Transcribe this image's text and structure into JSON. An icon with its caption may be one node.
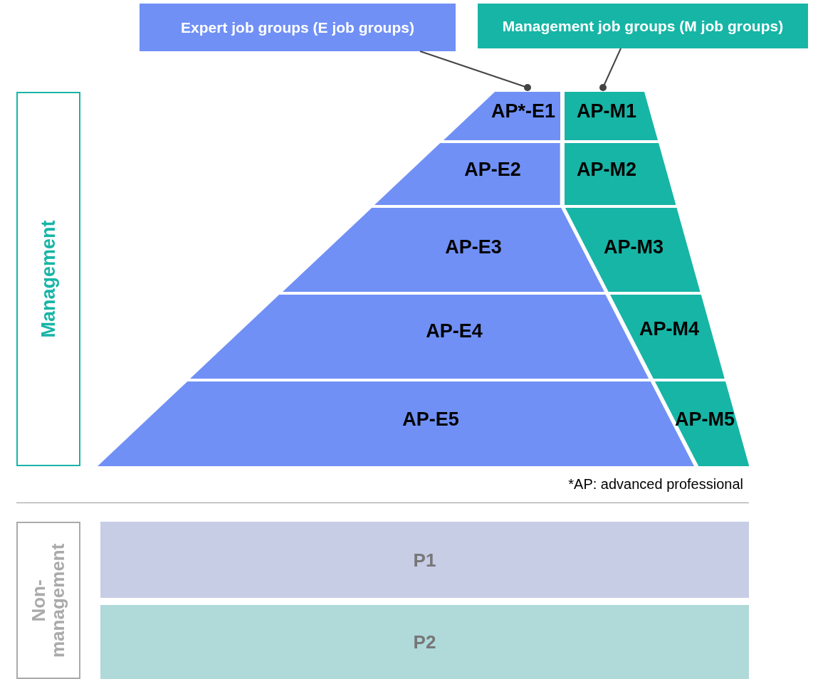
{
  "diagram": {
    "nodes": [
      {
        "text": [
          "Expert job groups (E job groups)"
        ]
      },
      {
        "text": [
          "Management job groups (M job groups)"
        ]
      },
      {
        "text": [
          "Management"
        ]
      },
      {
        "text": [
          "AP*-E1"
        ]
      },
      {
        "text": [
          "AP-M1"
        ]
      },
      {
        "text": [
          "AP-E2"
        ]
      },
      {
        "text": [
          "AP-M2"
        ]
      },
      {
        "text": [
          "AP-E3"
        ]
      },
      {
        "text": [
          "AP-M3"
        ]
      },
      {
        "text": [
          "AP-E4"
        ]
      },
      {
        "text": [
          "AP-M4"
        ]
      },
      {
        "text": [
          "AP-E5"
        ]
      },
      {
        "text": [
          "AP-M5"
        ]
      },
      {
        "text": [
          "Non- management"
        ]
      },
      {
        "text": [
          "P1"
        ]
      },
      {
        "text": [
          "P2"
        ]
      }
    ],
    "edges": [
      {
        "from": 0,
        "to": 3,
        "arrow": "other"
      },
      {
        "from": 1,
        "to": 4,
        "arrow": "other"
      }
    ],
    "labels": [
      "*AP: advanced professional"
    ]
  }
}
